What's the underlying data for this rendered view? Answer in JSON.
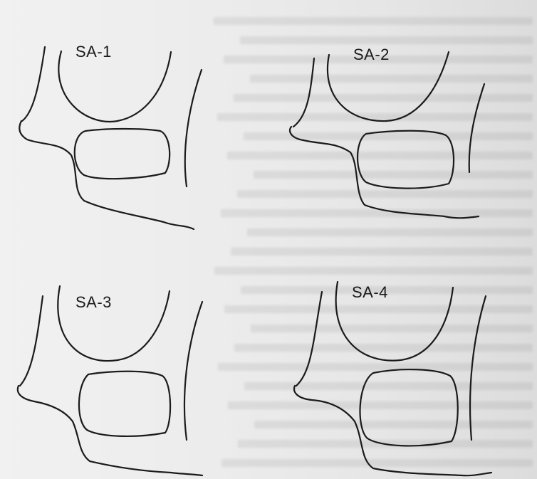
{
  "figure": {
    "panels": [
      {
        "label": "SA-1"
      },
      {
        "label": "SA-2"
      },
      {
        "label": "SA-3"
      },
      {
        "label": "SA-4"
      }
    ],
    "line_color": "#1b1b1b",
    "paper_color": "#eeeeee"
  }
}
